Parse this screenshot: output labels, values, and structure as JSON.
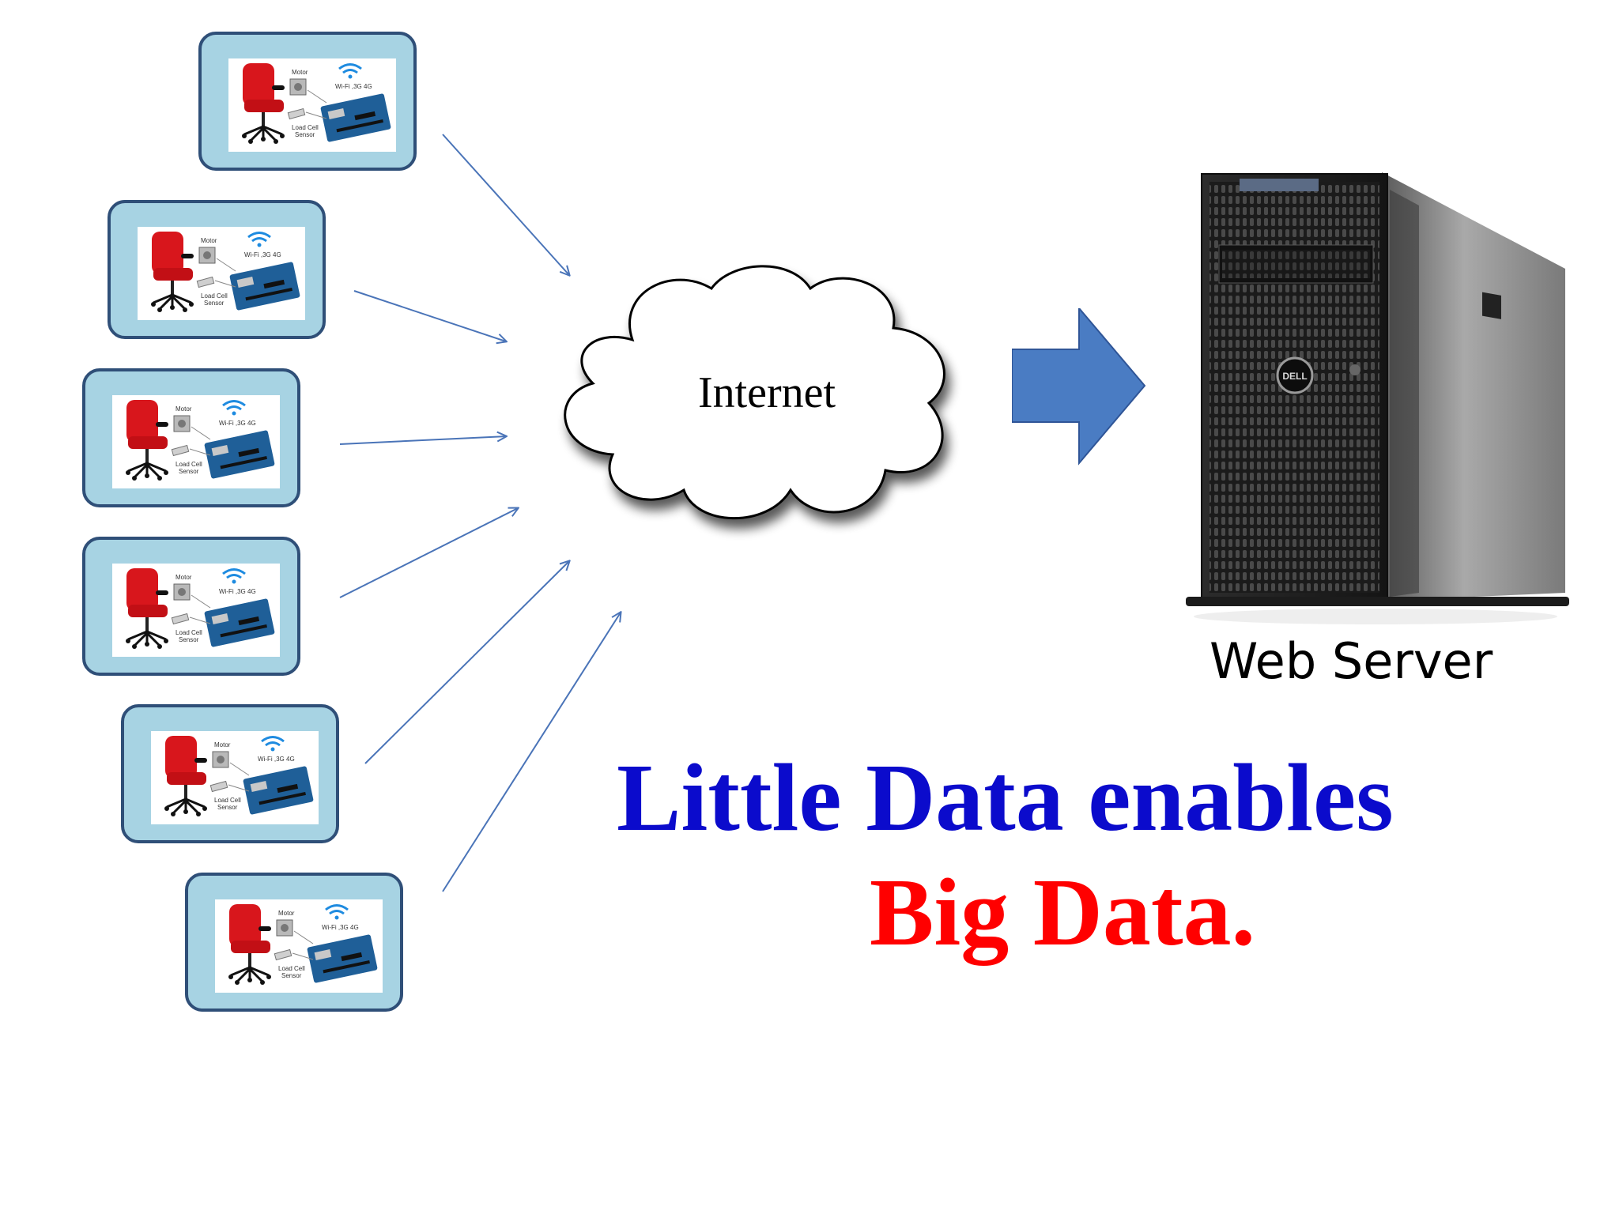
{
  "devices": [
    {
      "motor_label": "Motor",
      "wifi_label": "Wi-Fi ,3G 4G",
      "sensor_label_line1": "Load Cell",
      "sensor_label_line2": "Sensor"
    },
    {
      "motor_label": "Motor",
      "wifi_label": "Wi-Fi ,3G 4G",
      "sensor_label_line1": "Load Cell",
      "sensor_label_line2": "Sensor"
    },
    {
      "motor_label": "Motor",
      "wifi_label": "Wi-Fi ,3G 4G",
      "sensor_label_line1": "Load Cell",
      "sensor_label_line2": "Sensor"
    },
    {
      "motor_label": "Motor",
      "wifi_label": "Wi-Fi ,3G 4G",
      "sensor_label_line1": "Load Cell",
      "sensor_label_line2": "Sensor"
    },
    {
      "motor_label": "Motor",
      "wifi_label": "Wi-Fi ,3G 4G",
      "sensor_label_line1": "Load Cell",
      "sensor_label_line2": "Sensor"
    },
    {
      "motor_label": "Motor",
      "wifi_label": "Wi-Fi ,3G 4G",
      "sensor_label_line1": "Load Cell",
      "sensor_label_line2": "Sensor"
    }
  ],
  "cloud": {
    "label": "Internet"
  },
  "server": {
    "label": "Web Server",
    "brand": "DELL"
  },
  "tagline": {
    "line1": "Little Data enables",
    "line2": "Big Data."
  },
  "colors": {
    "card_fill": "#a7d3e3",
    "card_border": "#2f4f78",
    "connector": "#4a74b8",
    "big_arrow": "#4a7cc3",
    "tagline_blue": "#0b0bcc",
    "tagline_red": "#ff0000",
    "chair_red": "#d8161c"
  }
}
